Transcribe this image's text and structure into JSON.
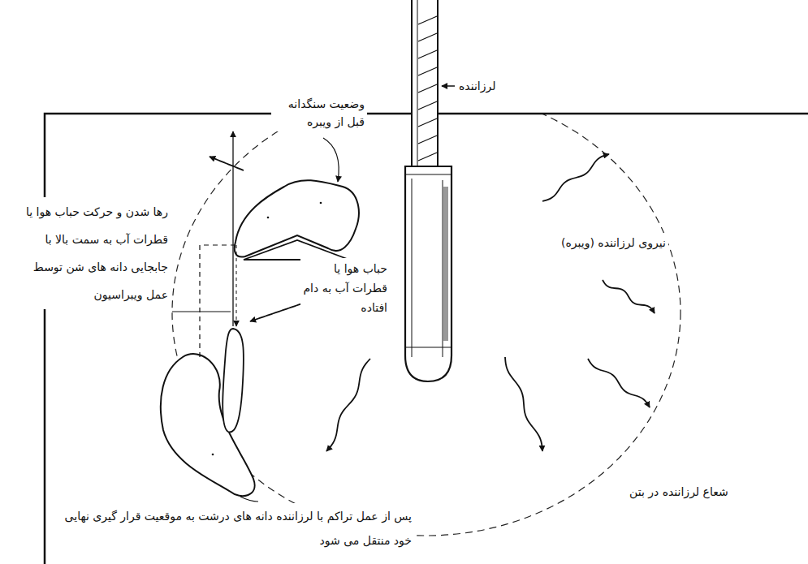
{
  "diagram": {
    "labels": [
      "لرزاننده",
      "وضعیت سنگدانه قبل از ویبره",
      "رها شدن و حرکت حباب هوا یا قطرات آب به سمت بالا با جابجایی دانه های شن توسط عمل ویبراسیون",
      "حباب هوا یا قطرات آب به دام افتاده",
      "نیروی لرزاننده (ویبره)",
      "شعاع لرزاننده در بتن",
      "پس از عمل تراکم با لرزاننده دانه های درشت به موقعیت قرار گیری نهایی خود منتقل می شود"
    ]
  }
}
